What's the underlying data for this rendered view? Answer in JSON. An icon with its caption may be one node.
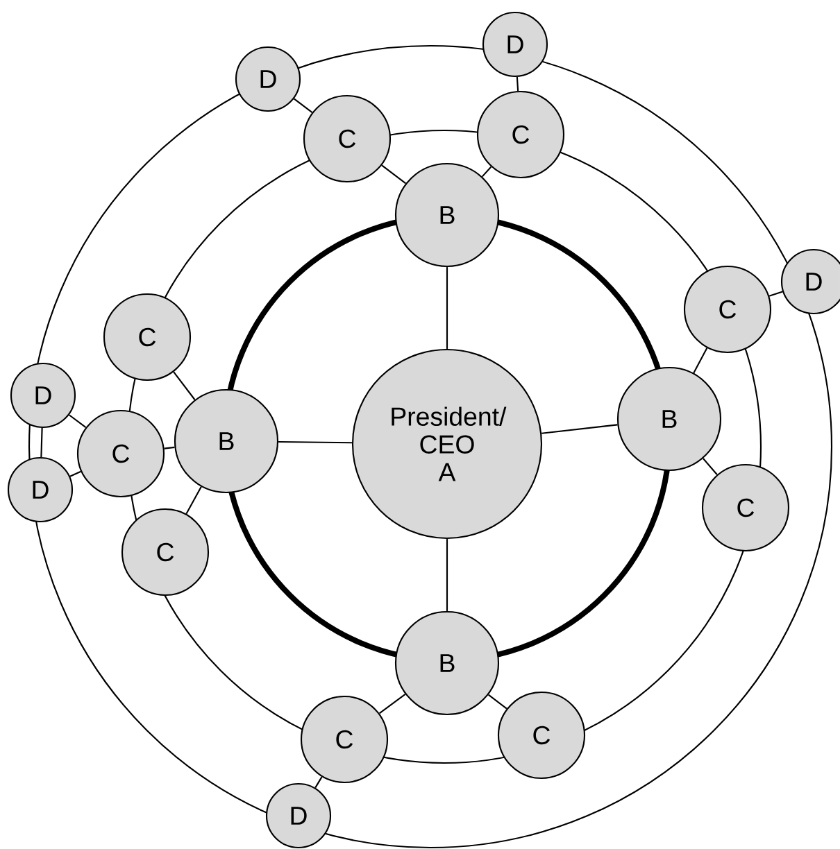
{
  "diagram": {
    "nodes": [
      {
        "text": [
          "President/ CEO",
          "A"
        ]
      },
      {
        "text": [
          "B"
        ]
      },
      {
        "text": [
          "B"
        ]
      },
      {
        "text": [
          "B"
        ]
      },
      {
        "text": [
          "B"
        ]
      },
      {
        "text": [
          "C"
        ]
      },
      {
        "text": [
          "C"
        ]
      },
      {
        "text": [
          "C"
        ]
      },
      {
        "text": [
          "C"
        ]
      },
      {
        "text": [
          "C"
        ]
      },
      {
        "text": [
          "C"
        ]
      },
      {
        "text": [
          "C"
        ]
      },
      {
        "text": [
          "C"
        ]
      },
      {
        "text": [
          "C"
        ]
      },
      {
        "text": [
          "D"
        ]
      },
      {
        "text": [
          "D"
        ]
      },
      {
        "text": [
          "D"
        ]
      },
      {
        "text": [
          "D"
        ]
      },
      {
        "text": [
          "D"
        ]
      },
      {
        "text": [
          "D"
        ]
      }
    ],
    "edges": [
      {
        "from": 0,
        "to": 1,
        "arrow": "none"
      },
      {
        "from": 0,
        "to": 2,
        "arrow": "none"
      },
      {
        "from": 0,
        "to": 3,
        "arrow": "none"
      },
      {
        "from": 0,
        "to": 4,
        "arrow": "none"
      },
      {
        "from": 1,
        "to": 5,
        "arrow": "none"
      },
      {
        "from": 1,
        "to": 6,
        "arrow": "none"
      },
      {
        "from": 2,
        "to": 7,
        "arrow": "none"
      },
      {
        "from": 2,
        "to": 8,
        "arrow": "none"
      },
      {
        "from": 3,
        "to": 9,
        "arrow": "none"
      },
      {
        "from": 3,
        "to": 10,
        "arrow": "none"
      },
      {
        "from": 4,
        "to": 11,
        "arrow": "none"
      },
      {
        "from": 4,
        "to": 12,
        "arrow": "none"
      },
      {
        "from": 4,
        "to": 13,
        "arrow": "none"
      },
      {
        "from": 5,
        "to": 14,
        "arrow": "none"
      },
      {
        "from": 6,
        "to": 15,
        "arrow": "none"
      },
      {
        "from": 7,
        "to": 16,
        "arrow": "none"
      },
      {
        "from": 12,
        "to": 17,
        "arrow": "none"
      },
      {
        "from": 12,
        "to": 18,
        "arrow": "none"
      },
      {
        "from": 17,
        "to": 18,
        "arrow": "none"
      },
      {
        "from": 9,
        "to": 19,
        "arrow": "none"
      }
    ]
  }
}
